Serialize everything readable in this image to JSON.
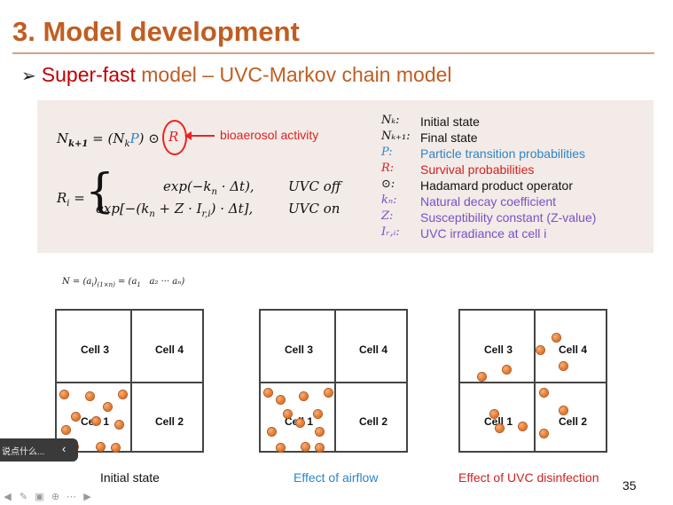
{
  "slide": {
    "title": "3. Model development",
    "subtitle_highlight": "Super-fast",
    "subtitle_rest": " model – UVC-Markov chain model",
    "page_number": "35"
  },
  "equations": {
    "eq1_lhs": "N",
    "eq1_text": "= (N",
    "eq1_P": "P",
    "eq1_close": ") ⊙",
    "eq1_R": "R",
    "bio_label": "bioaerosol activity",
    "ri_lhs": "R",
    "case1_expr": "exp(−k",
    "case1_tail": "· Δt),",
    "case1_cond": "UVC off",
    "case2_expr": "exp[−(k",
    "case2_mid": "+ Z · I",
    "case2_tail": ") · Δt],",
    "case2_cond": "UVC on",
    "vector": "N = (a",
    "vector_tail": "= (a",
    "vector_items": "a₂   ···   aₙ)"
  },
  "legend": [
    {
      "symbol": "Nₖ:",
      "text": "Initial state",
      "color": "#111111"
    },
    {
      "symbol": "Nₖ₊₁:",
      "text": "Final state",
      "color": "#111111"
    },
    {
      "symbol": "P:",
      "text": "Particle transition probabilities",
      "color": "#2e84c9"
    },
    {
      "symbol": "R:",
      "text": "Survival probabilities",
      "color": "#d22222"
    },
    {
      "symbol": "⊙:",
      "text": "Hadamard product operator",
      "color": "#111111"
    },
    {
      "symbol": "kₙ:",
      "text": "Natural decay coefficient",
      "color": "#7b4fc9"
    },
    {
      "symbol": "Z:",
      "text": "Susceptibility constant (Z-value)",
      "color": "#7b4fc9"
    },
    {
      "symbol": "Iᵣ,ᵢ:",
      "text": "UVC irradiance at cell i",
      "color": "#7b4fc9"
    }
  ],
  "cells": {
    "c1": "Cell 1",
    "c2": "Cell 2",
    "c3": "Cell 3",
    "c4": "Cell 4"
  },
  "captions": {
    "initial": "Initial state",
    "airflow": "Effect of airflow",
    "uvc": "Effect of UVC disinfection"
  },
  "colors": {
    "title": "#c05e22",
    "highlight": "#c00000",
    "airflow": "#2e84c9",
    "uvc": "#d22222"
  },
  "overlay": {
    "chat_text": "说点什么...",
    "chat_icon": "chevron-left-icon"
  }
}
